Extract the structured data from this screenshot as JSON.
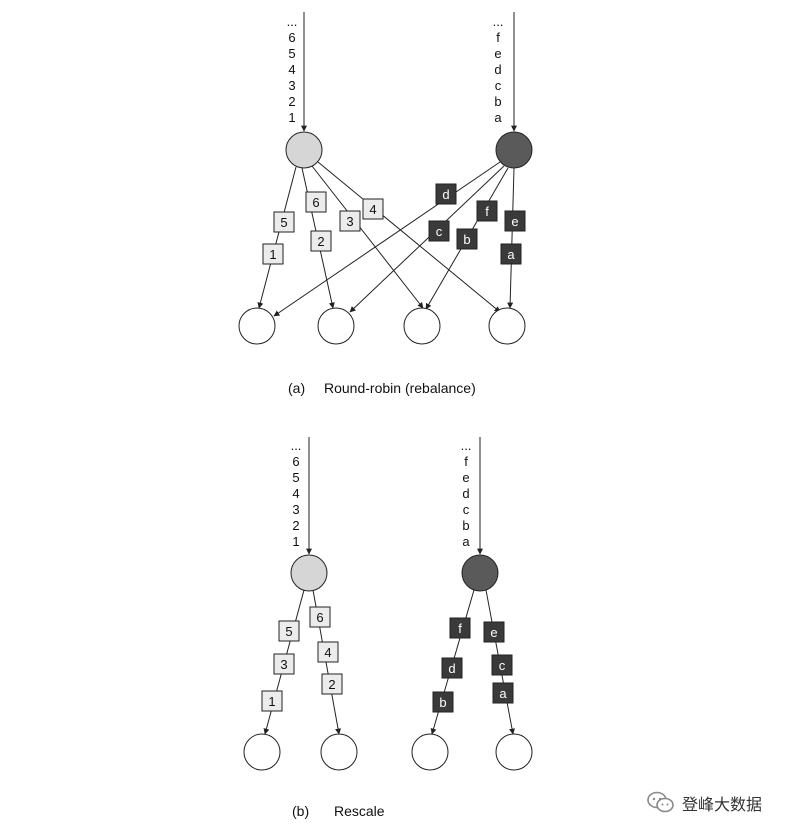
{
  "diagrams": [
    {
      "caption_label": "(a)",
      "caption_text": "Round-robin (rebalance)",
      "left_source": {
        "fill": "#d6d6d6",
        "stream": [
          "...",
          "6",
          "5",
          "4",
          "3",
          "2",
          "1"
        ]
      },
      "right_source": {
        "fill": "#5a5a5a",
        "stream": [
          "...",
          "f",
          "e",
          "d",
          "c",
          "b",
          "a"
        ]
      },
      "left_labels": [
        "1",
        "5",
        "2",
        "6",
        "3",
        "4"
      ],
      "right_labels": [
        "d",
        "c",
        "f",
        "b",
        "e",
        "a"
      ]
    },
    {
      "caption_label": "(b)",
      "caption_text": "Rescale",
      "left_source": {
        "fill": "#d6d6d6",
        "stream": [
          "...",
          "6",
          "5",
          "4",
          "3",
          "2",
          "1"
        ]
      },
      "right_source": {
        "fill": "#5a5a5a",
        "stream": [
          "...",
          "f",
          "e",
          "d",
          "c",
          "b",
          "a"
        ]
      },
      "left_labels": [
        "5",
        "3",
        "1",
        "6",
        "4",
        "2"
      ],
      "right_labels": [
        "f",
        "d",
        "b",
        "e",
        "c",
        "a"
      ]
    }
  ],
  "colors": {
    "light_box": "#ececec",
    "dark_box": "#3a3a3a",
    "stroke": "#222222"
  },
  "watermark": {
    "text": "登峰大数据",
    "icon": "wechat-icon"
  }
}
